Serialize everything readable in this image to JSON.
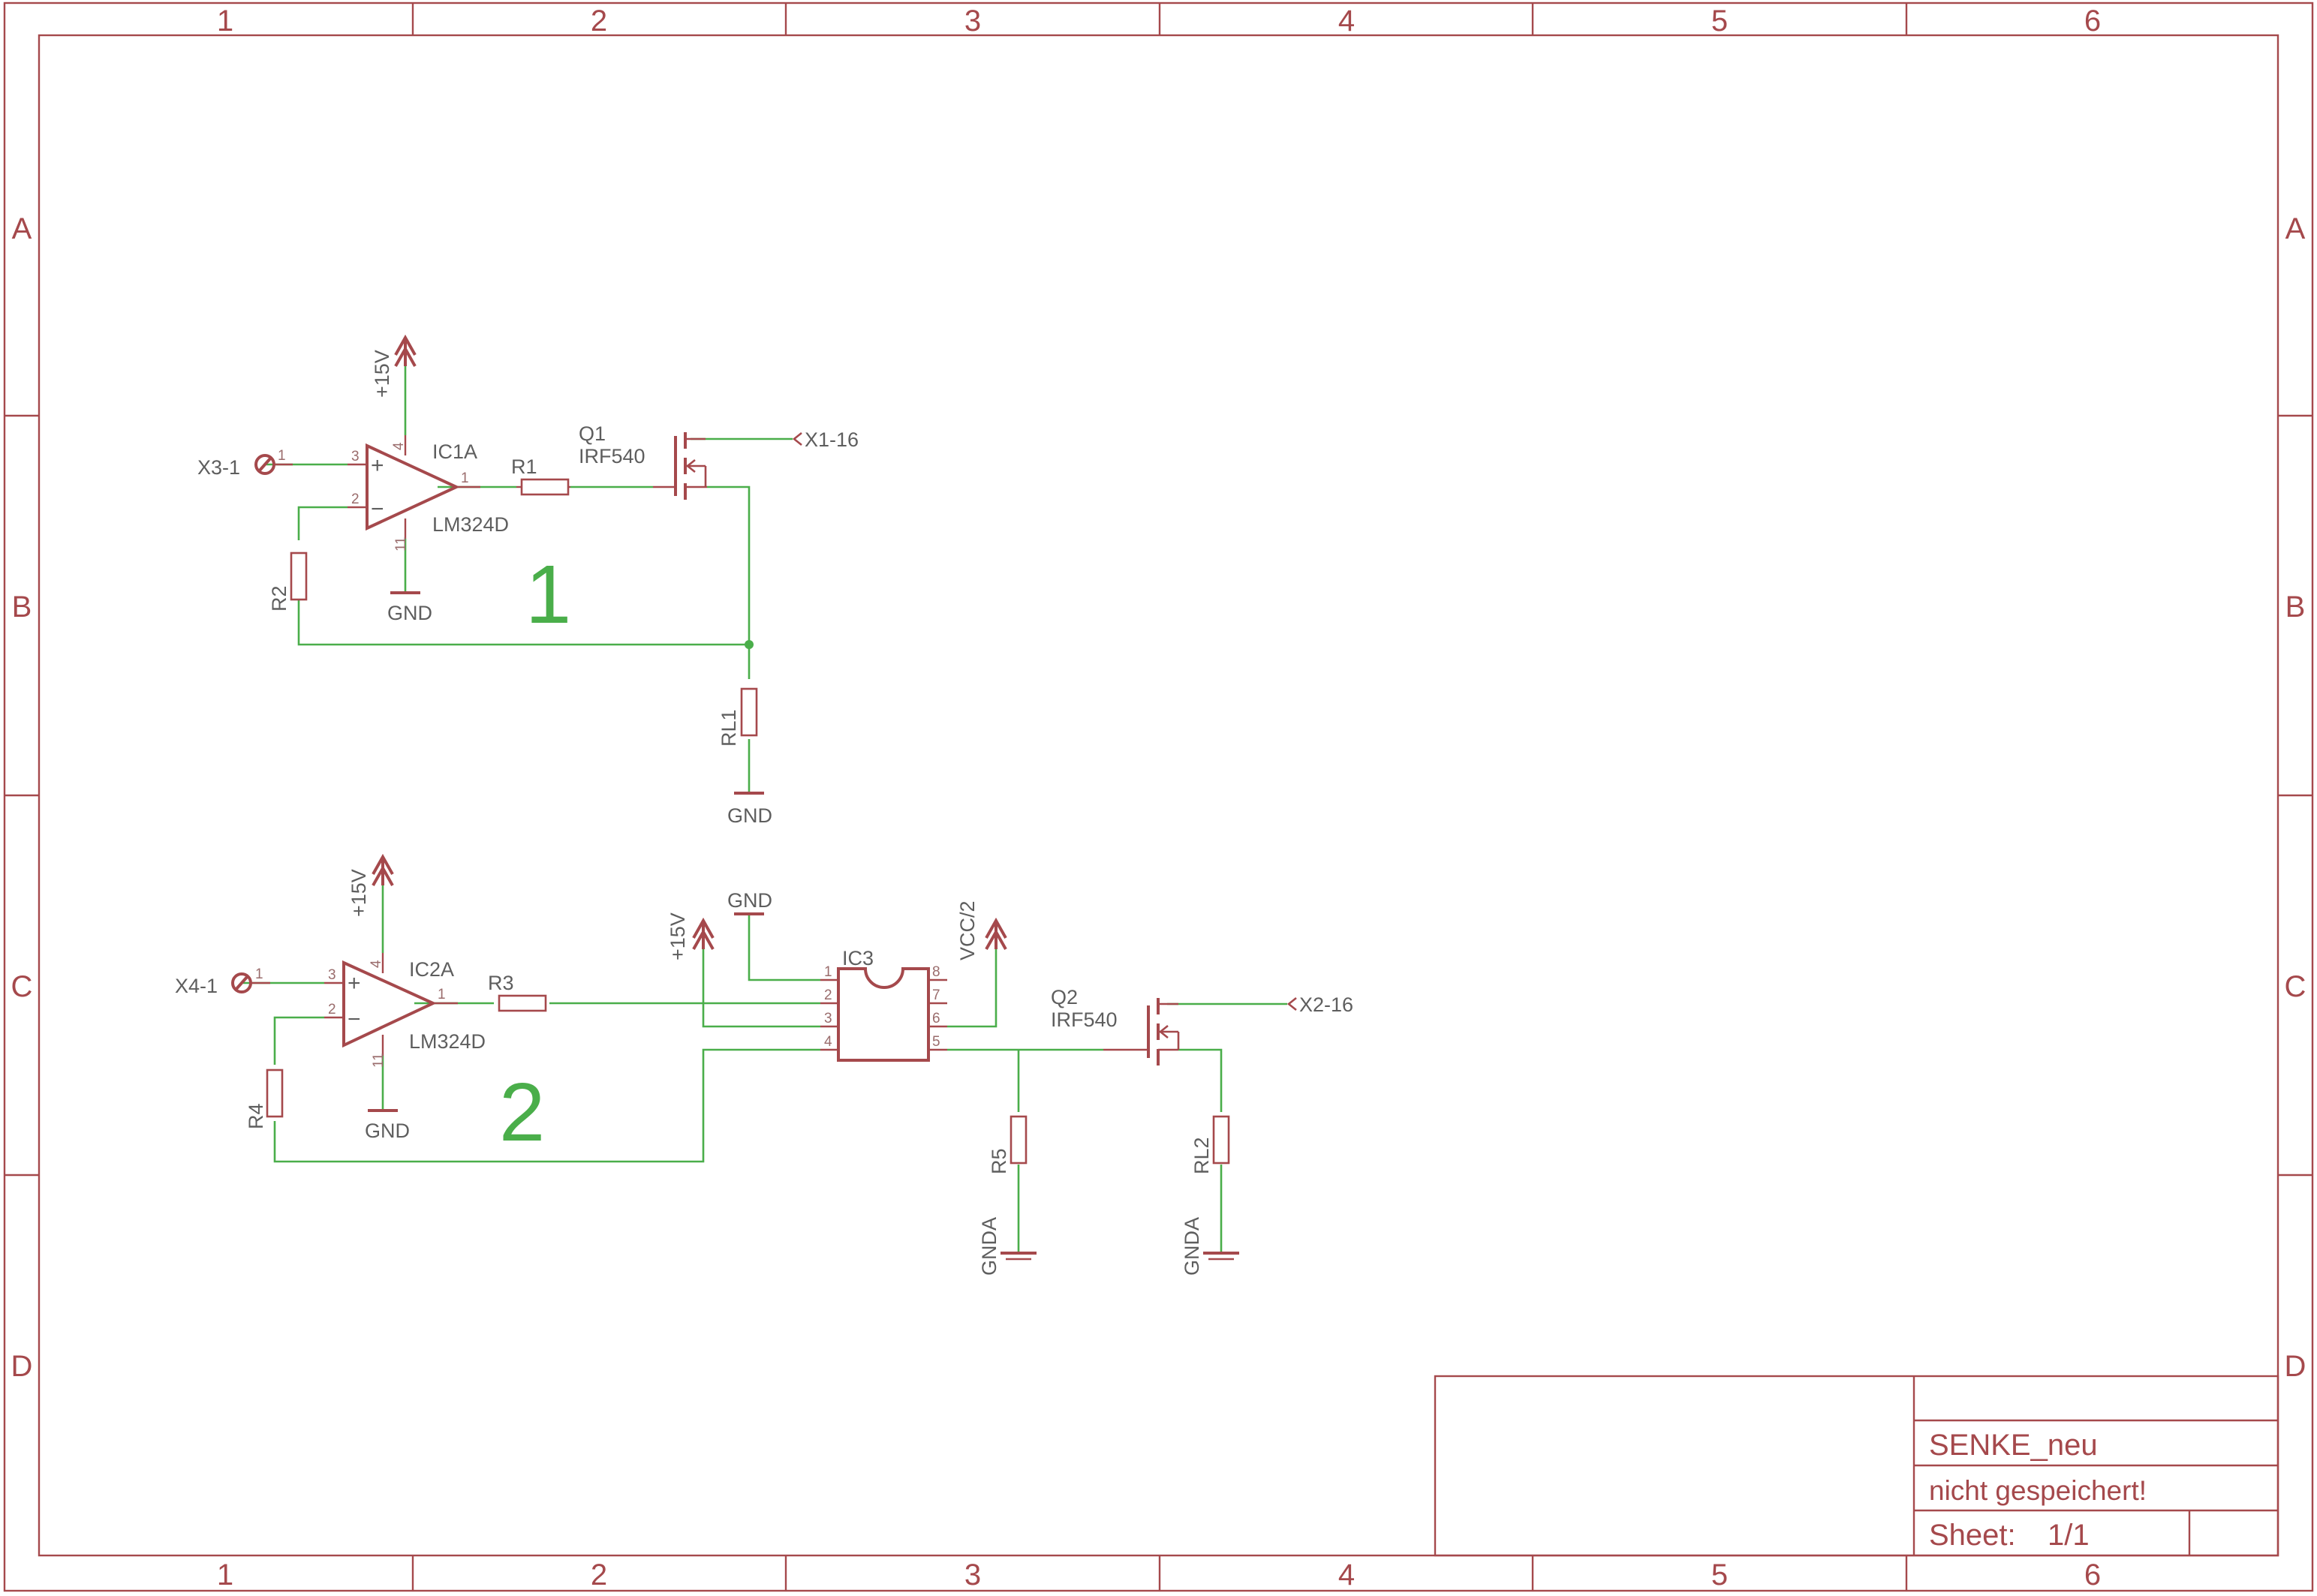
{
  "frame": {
    "columns": [
      "1",
      "2",
      "3",
      "4",
      "5",
      "6"
    ],
    "rows": [
      "A",
      "B",
      "C",
      "D"
    ]
  },
  "circuits": {
    "one": {
      "number": "1",
      "input": "X3-1",
      "opamp_name": "IC1A",
      "opamp_value": "LM324D",
      "supply": "+15V",
      "gnd": "GND",
      "r_series": "R1",
      "r_feedback": "R2",
      "fet_name": "Q1",
      "fet_value": "IRF540",
      "output": "X1-16",
      "load": "RL1",
      "load_gnd": "GND"
    },
    "two": {
      "number": "2",
      "input": "X4-1",
      "opamp_name": "IC2A",
      "opamp_value": "LM324D",
      "supply": "+15V",
      "gnd": "GND",
      "r_series": "R3",
      "r_feedback": "R4",
      "ic3_name": "IC3",
      "ic3_supply": "+15V",
      "ic3_gnd": "GND",
      "ic3_ref": "VCC/2",
      "fet_name": "Q2",
      "fet_value": "IRF540",
      "output": "X2-16",
      "r_sense": "R5",
      "load": "RL2",
      "gnda_1": "GNDA",
      "gnda_2": "GNDA"
    }
  },
  "pins": {
    "p1": "1",
    "p2": "2",
    "p3": "3",
    "p4": "4",
    "p5": "5",
    "p6": "6",
    "p7": "7",
    "p8": "8",
    "p11": "11"
  },
  "opamp_signs": {
    "plus": "+",
    "minus": "−"
  },
  "title_block": {
    "drawing_name": "SENKE_neu",
    "save_status": "nicht gespeichert!",
    "sheet_label": "Sheet:",
    "sheet_value": "1/1"
  }
}
